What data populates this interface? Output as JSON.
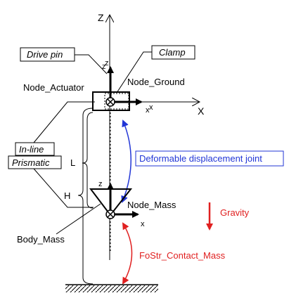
{
  "axes": {
    "global_z": "Z",
    "global_x": "X",
    "ground_x": "x",
    "ground_z": "z",
    "actuator_x": "x",
    "actuator_z": "z",
    "mass_z": "z",
    "mass_x": "x"
  },
  "labels": {
    "drive_pin": "Drive pin",
    "clamp": "Clamp",
    "node_actuator": "Node_Actuator",
    "node_ground": "Node_Ground",
    "in_line": "In-line",
    "prismatic": "Prismatic",
    "l": "L",
    "h": "H",
    "deformable_joint": "Deformable displacement joint",
    "node_mass": "Node_Mass",
    "body_mass": "Body_Mass",
    "gravity": "Gravity",
    "contact": "FoStr_Contact_Mass"
  },
  "colors": {
    "joint": "#2236d6",
    "contact": "#e02020",
    "gravity": "#e02020"
  }
}
